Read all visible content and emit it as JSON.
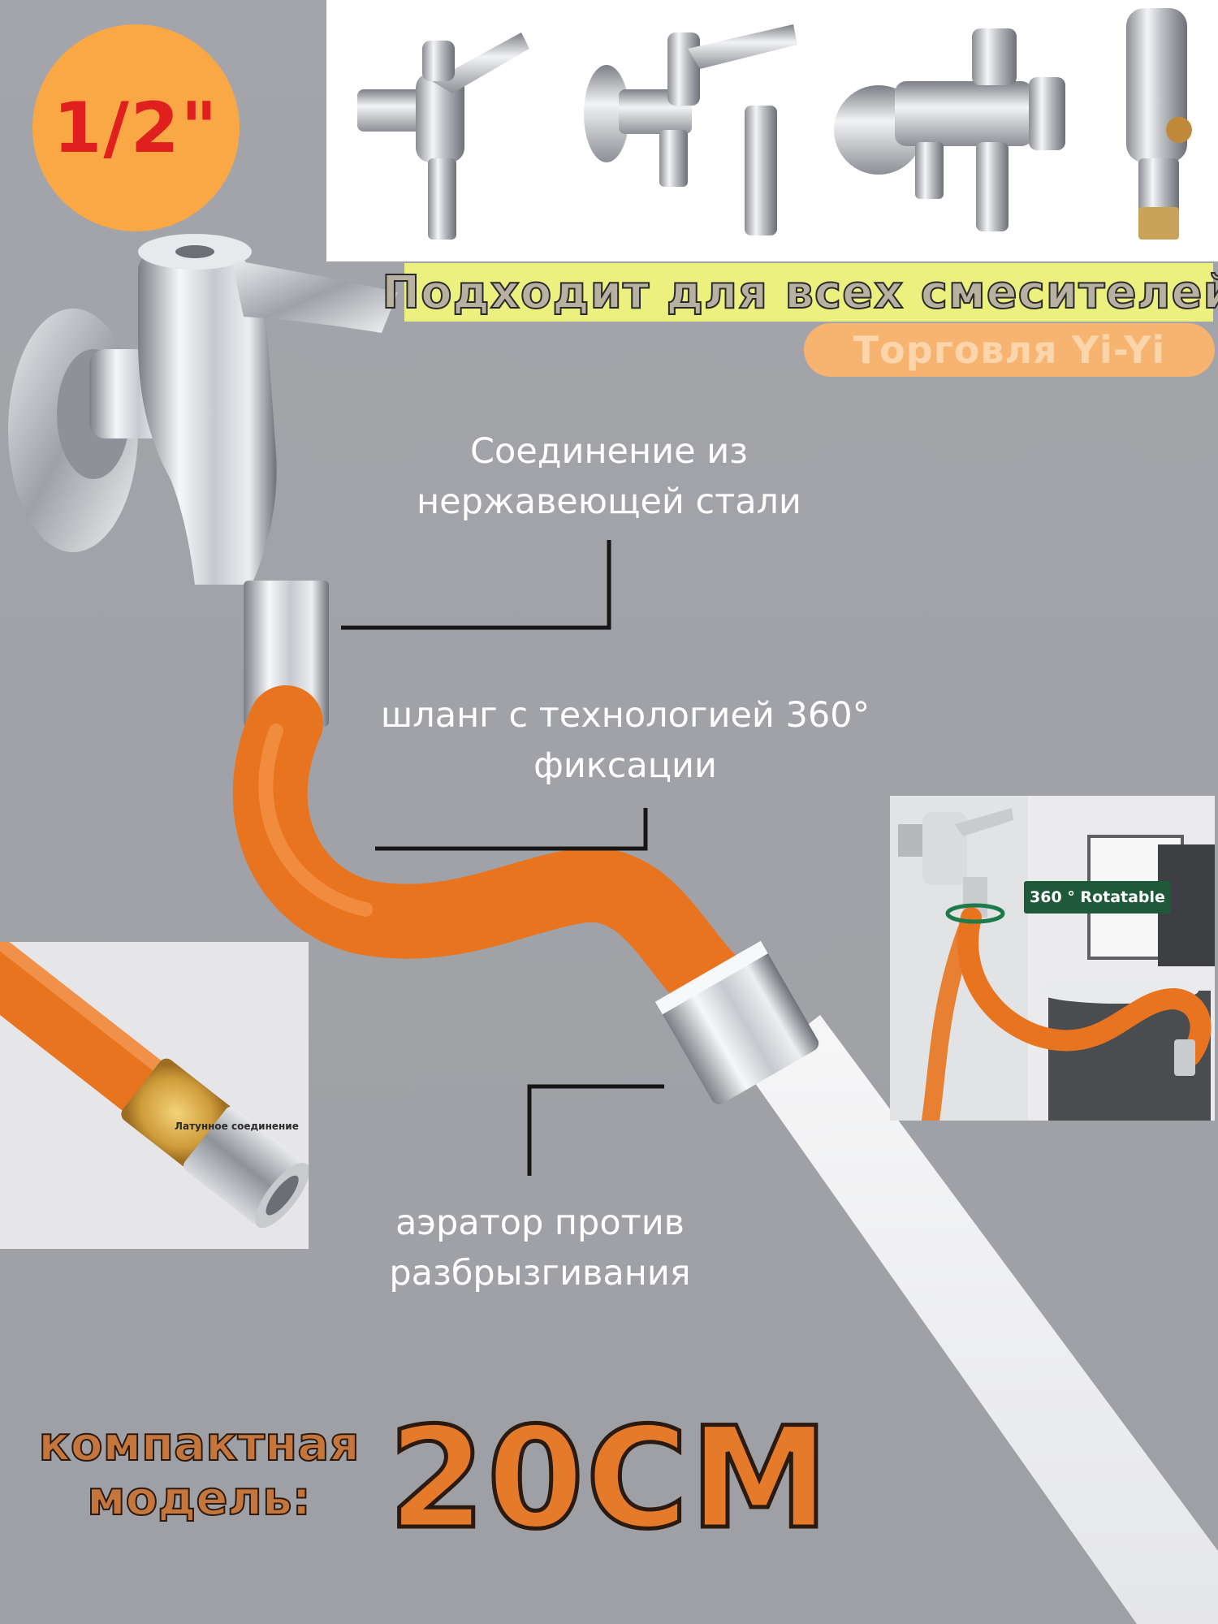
{
  "badge": {
    "text": "1/2\""
  },
  "compatibility": {
    "text": "Подходит для всех смесителей"
  },
  "brand": {
    "text": "Торговля Yi-Yi"
  },
  "callouts": {
    "steel": {
      "line1": "Соединение из",
      "line2": "нержавеющей стали"
    },
    "hose": {
      "line1": "шланг с технологией 360°",
      "line2": "фиксации"
    },
    "aerator": {
      "line1": "аэратор против",
      "line2": "разбрызгивания"
    }
  },
  "brass_photo": {
    "label": "Латунное соединение"
  },
  "rotation_photo": {
    "tag": "360 ° Rotatable"
  },
  "compact": {
    "line1": "компактная",
    "line2": "модель:",
    "size": "20CM"
  },
  "colors": {
    "hose_orange": "#e8741f",
    "badge_orange": "#f9a845",
    "badge_text_red": "#e01f1f",
    "compat_banner": "#ecf07e",
    "brand_pill": "#f7b470",
    "rotate_tag_green": "#1e5a3a",
    "background_gray": "#a0a2a7"
  },
  "icons": [
    "faucet-illustration",
    "rotation-arrow-icon"
  ]
}
